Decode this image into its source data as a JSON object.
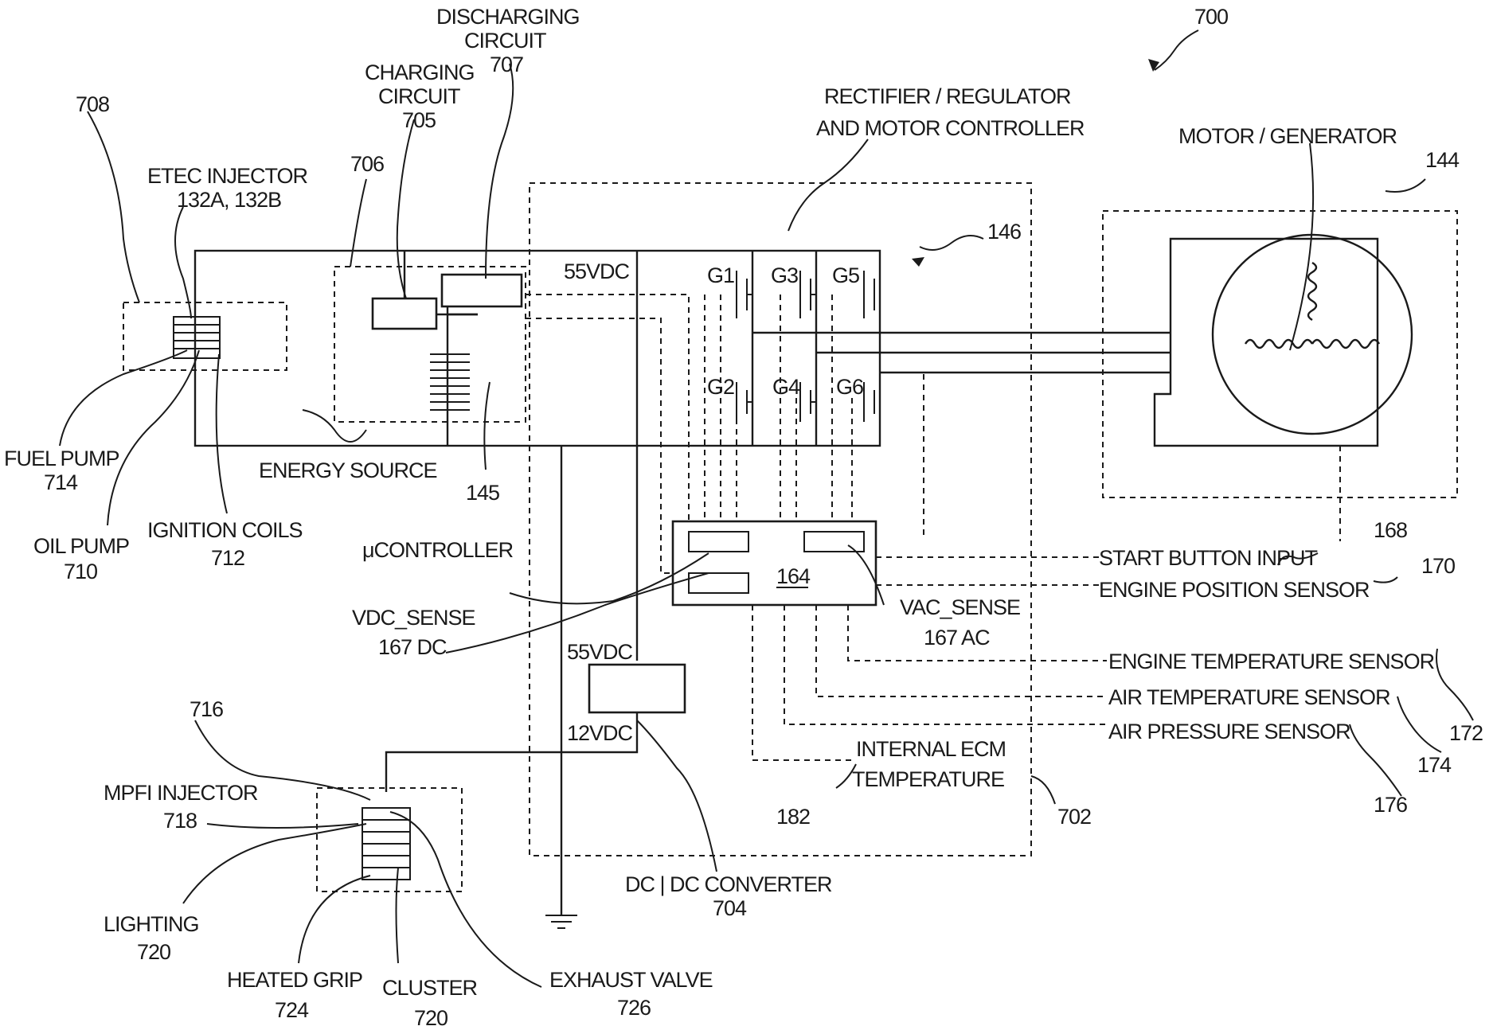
{
  "figure_number": "700",
  "labels": {
    "discharging_circuit": [
      "DISCHARGING",
      "CIRCUIT",
      "707"
    ],
    "charging_circuit": [
      "CHARGING",
      "CIRCUIT",
      "705"
    ],
    "ref_706": "706",
    "ref_708": "708",
    "etec_injector": [
      "ETEC INJECTOR",
      "132A, 132B"
    ],
    "rectifier_regulator": [
      "RECTIFIER / REGULATOR",
      "AND MOTOR CONTROLLER"
    ],
    "motor_generator": "MOTOR / GENERATOR",
    "ref_144": "144",
    "ref_146": "146",
    "bus_55vdc_top": "55VDC",
    "gates": [
      "G1",
      "G2",
      "G3",
      "G4",
      "G5",
      "G6"
    ],
    "fuel_pump": [
      "FUEL PUMP",
      "714"
    ],
    "energy_source": "ENERGY SOURCE",
    "ref_145": "145",
    "oil_pump": [
      "OIL PUMP",
      "710"
    ],
    "ignition_coils": [
      "IGNITION COILS",
      "712"
    ],
    "mu_controller": "μCONTROLLER",
    "ref_164": "164",
    "vdc_sense": [
      "VDC_SENSE",
      "167 DC"
    ],
    "vac_sense": [
      "VAC_SENSE",
      "167 AC"
    ],
    "bus_55vdc_conv": "55VDC",
    "bus_12vdc": "12VDC",
    "start_button_input": "START BUTTON INPUT",
    "ref_168": "168",
    "engine_position_sensor": "ENGINE POSITION SENSOR",
    "ref_170": "170",
    "engine_temperature_sensor": "ENGINE TEMPERATURE SENSOR",
    "ref_172": "172",
    "air_temperature_sensor": "AIR TEMPERATURE SENSOR",
    "ref_174": "174",
    "air_pressure_sensor": "AIR PRESSURE SENSOR",
    "ref_176": "176",
    "internal_ecm_temperature": [
      "INTERNAL ECM",
      "TEMPERATURE"
    ],
    "ref_182": "182",
    "ref_702": "702",
    "ref_716": "716",
    "mpfi_injector": [
      "MPFI INJECTOR",
      "718"
    ],
    "lighting": [
      "LIGHTING",
      "720"
    ],
    "heated_grip": [
      "HEATED GRIP",
      "724"
    ],
    "cluster": [
      "CLUSTER",
      "720"
    ],
    "exhaust_valve": [
      "EXHAUST VALVE",
      "726"
    ],
    "dc_dc_converter": [
      "DC | DC CONVERTER",
      "704"
    ]
  }
}
